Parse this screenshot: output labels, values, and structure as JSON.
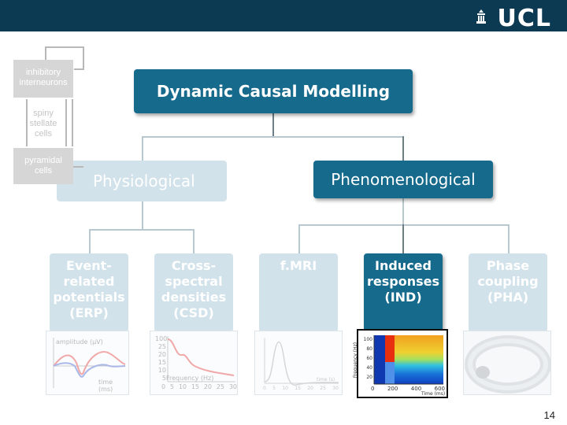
{
  "header": {
    "logo_text": "UCL"
  },
  "diagram": {
    "title": "Dynamic Causal Modelling",
    "branches": {
      "physiological": "Physiological",
      "phenomenological": "Phenomenological"
    },
    "leaves": {
      "erp": "Event-\nrelated\npotentials\n(ERP)",
      "csd": "Cross-\nspectral\ndensities\n(CSD)",
      "fmri": "f.MRI",
      "ind": "Induced\nresponses\n(IND)",
      "pha": "Phase\ncoupling\n(PHA)"
    },
    "circuit": {
      "inhibitory": "inhibitory\ninterneurons",
      "spiny": "spiny\nstellate\ncells",
      "pyramidal": "pyramidal\ncells"
    },
    "thumbnails": {
      "erp_ylabel": "amplitude (μV)",
      "erp_xlabel": "time (ms)",
      "csd_yticks": [
        "100",
        "25",
        "20",
        "15",
        "10",
        "5"
      ],
      "csd_xlabel": "Frequency (Hz)",
      "csd_xticks": [
        "0",
        "5",
        "10",
        "15",
        "20",
        "25",
        "30"
      ],
      "fmri_xlabel": "time (s)",
      "fmri_xticks": [
        "0",
        "5",
        "10",
        "15",
        "20",
        "25",
        "30"
      ],
      "ind_ylabel": "Frequency (Hz)",
      "ind_yticks": [
        "100",
        "80",
        "60",
        "40",
        "20"
      ],
      "ind_xticks": [
        "0",
        "200",
        "400",
        "600"
      ],
      "ind_xlabel": "Time (ms)"
    }
  },
  "page_number": "14"
}
